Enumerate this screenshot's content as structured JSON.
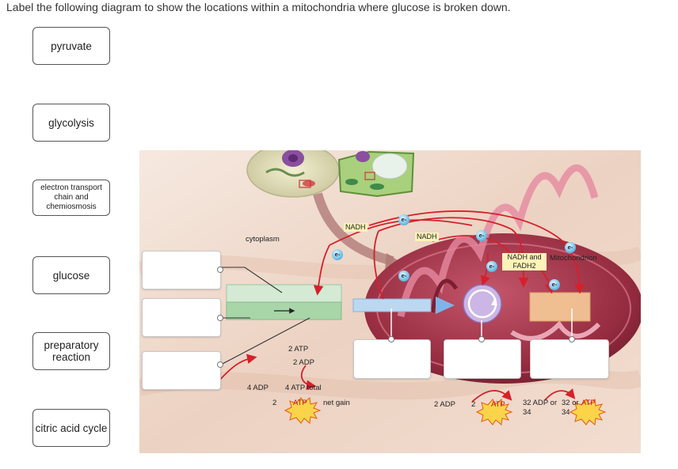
{
  "instruction": "Label the following diagram to show the locations within a mitochondria where glucose is broken down.",
  "labels": [
    {
      "text": "pyruvate"
    },
    {
      "text": "glycolysis"
    },
    {
      "text": "electron transport chain and chemiosmosis"
    },
    {
      "text": "glucose"
    },
    {
      "text": "preparatory reaction"
    },
    {
      "text": "citric acid cycle"
    }
  ],
  "diagram": {
    "cytoplasm": "cytoplasm",
    "mitochondrion": "Mitochondrion",
    "nadh_1": "NADH",
    "nadh_2": "NADH",
    "nadh_fadh2": "NADH and FADH2",
    "electron": "e-",
    "glycolysis_invest": {
      "atp": "2 ATP",
      "adp": "2 ADP"
    },
    "glycolysis_yield": {
      "adp": "4 ADP",
      "total": "4 ATP total",
      "num": "2",
      "atp": "ATP",
      "net": "net gain"
    },
    "citric_yield": {
      "adp": "2 ADP",
      "num": "2",
      "atp": "ATP"
    },
    "etc_yield": {
      "adp": "32 ADP or 34",
      "num": "32 or 34",
      "atp": "ATP"
    }
  },
  "colors": {
    "cytosol": "#d4ead4",
    "mito": "#a83a4a",
    "arrow_red": "#d6202a",
    "background": "#ecd4c4",
    "etc_box": "#f3c595",
    "citric_circle": "#cbb6e6"
  }
}
